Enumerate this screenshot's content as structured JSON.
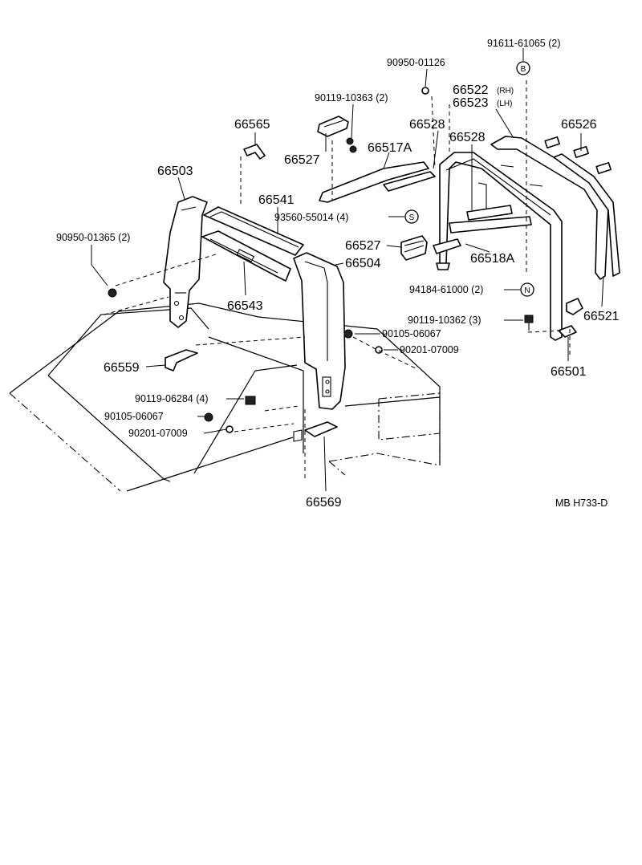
{
  "labels": {
    "p91611": "91611-61065 (2)",
    "p90950a": "90950-01126",
    "p66522": "66522",
    "p66522_side": "(RH)",
    "p66523": "66523",
    "p66523_side": "(LH)",
    "p90119a": "90119-10363 (2)",
    "p66565": "66565",
    "p66528a": "66528",
    "p66528b": "66528",
    "p66526": "66526",
    "p66517A": "66517A",
    "p66527a": "66527",
    "p66503": "66503",
    "p66541": "66541",
    "p93560": "93560-55014 (4)",
    "p90950b": "90950-01365 (2)",
    "p66527b": "66527",
    "p66504": "66504",
    "p66518A": "66518A",
    "p94184": "94184-61000 (2)",
    "p66543": "66543",
    "p90119b": "90119-10362 (3)",
    "p66521": "66521",
    "p90105a": "90105-06067",
    "p90201a": "90201-07009",
    "p66559": "66559",
    "p66501": "66501",
    "p90119c": "90119-06284 (4)",
    "p90105b": "90105-06067",
    "p90201b": "90201-07009",
    "p66569": "66569",
    "ref": "MB  H733-D"
  },
  "markers": {
    "b": "B",
    "s": "S",
    "n": "N"
  }
}
